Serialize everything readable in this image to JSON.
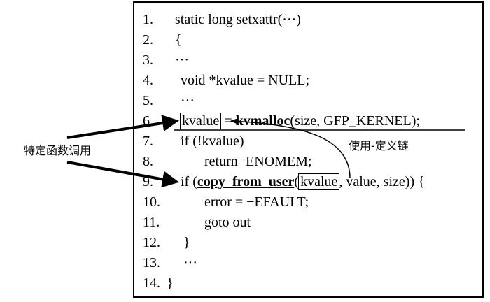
{
  "side_label": "特定函数调用",
  "usedef_label": "使用-定义链",
  "lines": [
    {
      "num": "1.",
      "text": "static long setxattr(···)"
    },
    {
      "num": "2.",
      "text": "{"
    },
    {
      "num": "3.",
      "text": "···"
    },
    {
      "num": "4.",
      "text": "void *kvalue = NULL;"
    },
    {
      "num": "5.",
      "text": "···"
    },
    {
      "num": "6.",
      "var": "kvalue",
      "assign": " = ",
      "fn": "kvmalloc",
      "args": "(size, GFP_KERNEL);"
    },
    {
      "num": "7.",
      "text": "if (!kvalue)"
    },
    {
      "num": "8.",
      "text": "return−ENOMEM;"
    },
    {
      "num": "9.",
      "pre": "if (",
      "fn": "copy_from_user",
      "paren": "(",
      "var": "kvalue",
      "rest": ", value, size)) {"
    },
    {
      "num": "10.",
      "text": "error = −EFAULT;"
    },
    {
      "num": "11.",
      "text": "goto out"
    },
    {
      "num": "12.",
      "text": "}"
    },
    {
      "num": "13.",
      "text": "···"
    },
    {
      "num": "14.",
      "text": "}"
    }
  ]
}
